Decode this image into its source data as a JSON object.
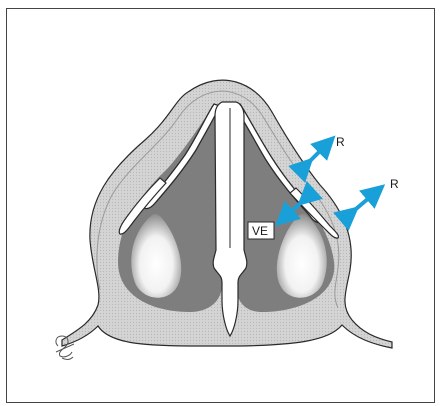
{
  "labels": {
    "arrow_label_upper": "R",
    "arrow_label_lower": "R",
    "arrow_label_inner": "VE"
  },
  "colors": {
    "arrow": "#1aa0d8",
    "skin_fill": "#dadada",
    "inner_dark": "#7e7e7e",
    "cavity_light": "#f5f5f5",
    "outline": "#2a2a2a"
  },
  "signature": "artist-signature-mark"
}
